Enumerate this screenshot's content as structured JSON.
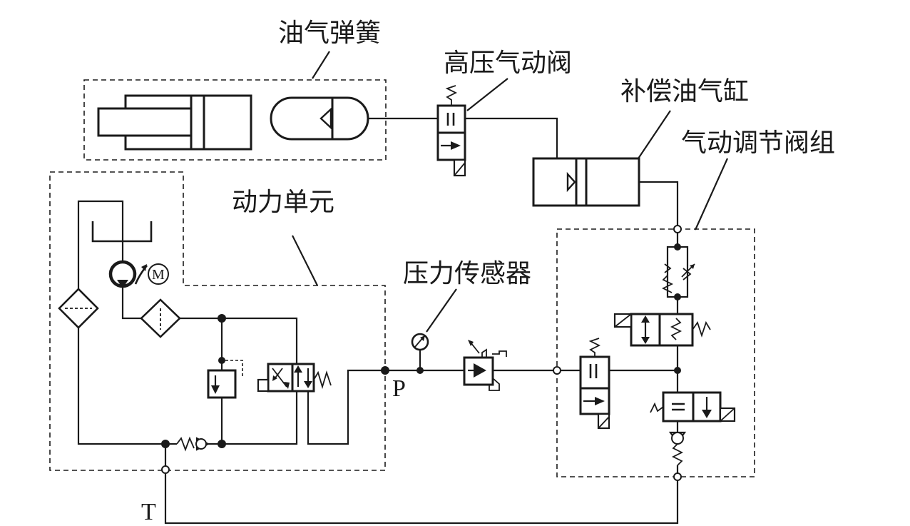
{
  "labels": {
    "oil_gas_spring": "油气弹簧",
    "hp_pneumatic_valve": "高压气动阀",
    "compensation_cylinder": "补偿油气缸",
    "pneumatic_regulating_valves": "气动调节阀组",
    "power_unit": "动力单元",
    "pressure_sensor": "压力传感器",
    "port_p": "P",
    "port_t": "T",
    "motor": "M"
  },
  "colors": {
    "line": "#1a1a1a",
    "background": "#ffffff"
  }
}
